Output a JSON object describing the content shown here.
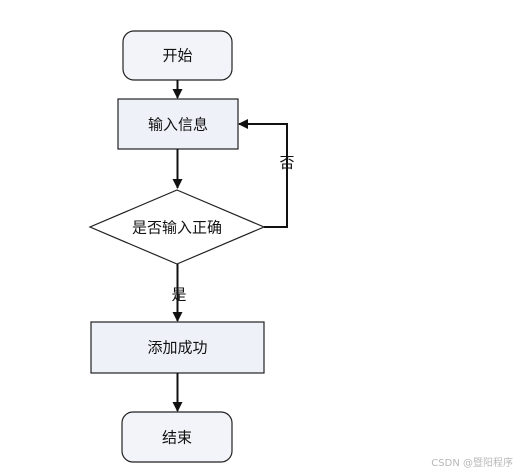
{
  "nodes": {
    "start": {
      "label": "开始",
      "shape": "rounded-rect"
    },
    "input": {
      "label": "输入信息",
      "shape": "rect"
    },
    "decision": {
      "label": "是否输入正确",
      "shape": "diamond"
    },
    "success": {
      "label": "添加成功",
      "shape": "rect"
    },
    "end": {
      "label": "结束",
      "shape": "rounded-rect"
    }
  },
  "edges": {
    "no_label": "否",
    "yes_label": "是"
  },
  "colors": {
    "terminal_fill": "#f2f4f9",
    "process_fill": "#eef1f8",
    "stroke": "#222222"
  },
  "watermark": "CSDN @暨阳程序"
}
